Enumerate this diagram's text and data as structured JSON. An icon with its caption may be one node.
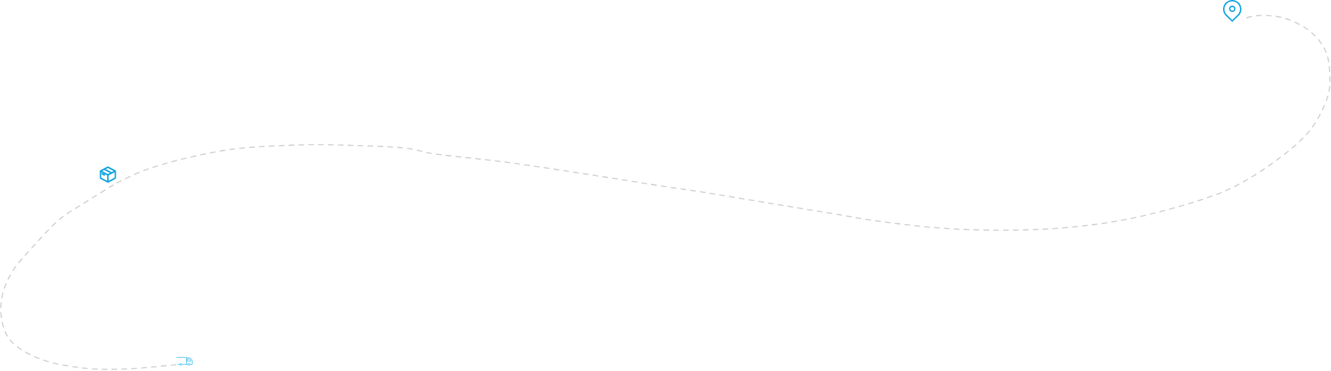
{
  "diagram": {
    "nodes": [
      {
        "text": [],
        "shape": "pin"
      },
      {
        "text": [],
        "shape": "package"
      },
      {
        "text": [],
        "shape": "truck"
      }
    ],
    "edges": [
      {
        "from": 2,
        "to": 1,
        "arrow": "none",
        "style": "dashed"
      },
      {
        "from": 1,
        "to": 0,
        "arrow": "none",
        "style": "dashed"
      }
    ]
  }
}
